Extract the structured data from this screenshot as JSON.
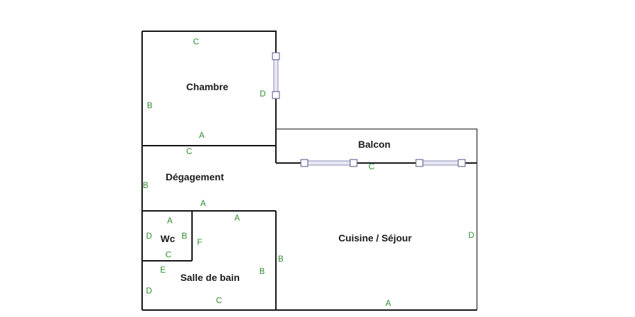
{
  "rooms": {
    "chambre": "Chambre",
    "balcon": "Balcon",
    "degagement": "Dégagement",
    "wc": "Wc",
    "salle_de_bain": "Salle de bain",
    "cuisine_sejour": "Cuisine / Séjour"
  },
  "wall_labels": {
    "chambre_top": "C",
    "chambre_left": "B",
    "chambre_right": "D",
    "chambre_bottom": "A",
    "degagement_top": "C",
    "degagement_left": "B",
    "degagement_bottom": "A",
    "wc_top": "A",
    "wc_left": "D",
    "wc_right": "B",
    "wc_bottom": "C",
    "sdb_top": "A",
    "sdb_f": "F",
    "sdb_e": "E",
    "sdb_left": "D",
    "sdb_right": "B",
    "sdb_bottom": "C",
    "cuisine_top": "C",
    "cuisine_left": "B",
    "cuisine_right": "D",
    "cuisine_bottom": "A"
  },
  "colors": {
    "wall_label": "#2e8b2e",
    "wall": "#111111",
    "window": "#6a6a9a"
  }
}
